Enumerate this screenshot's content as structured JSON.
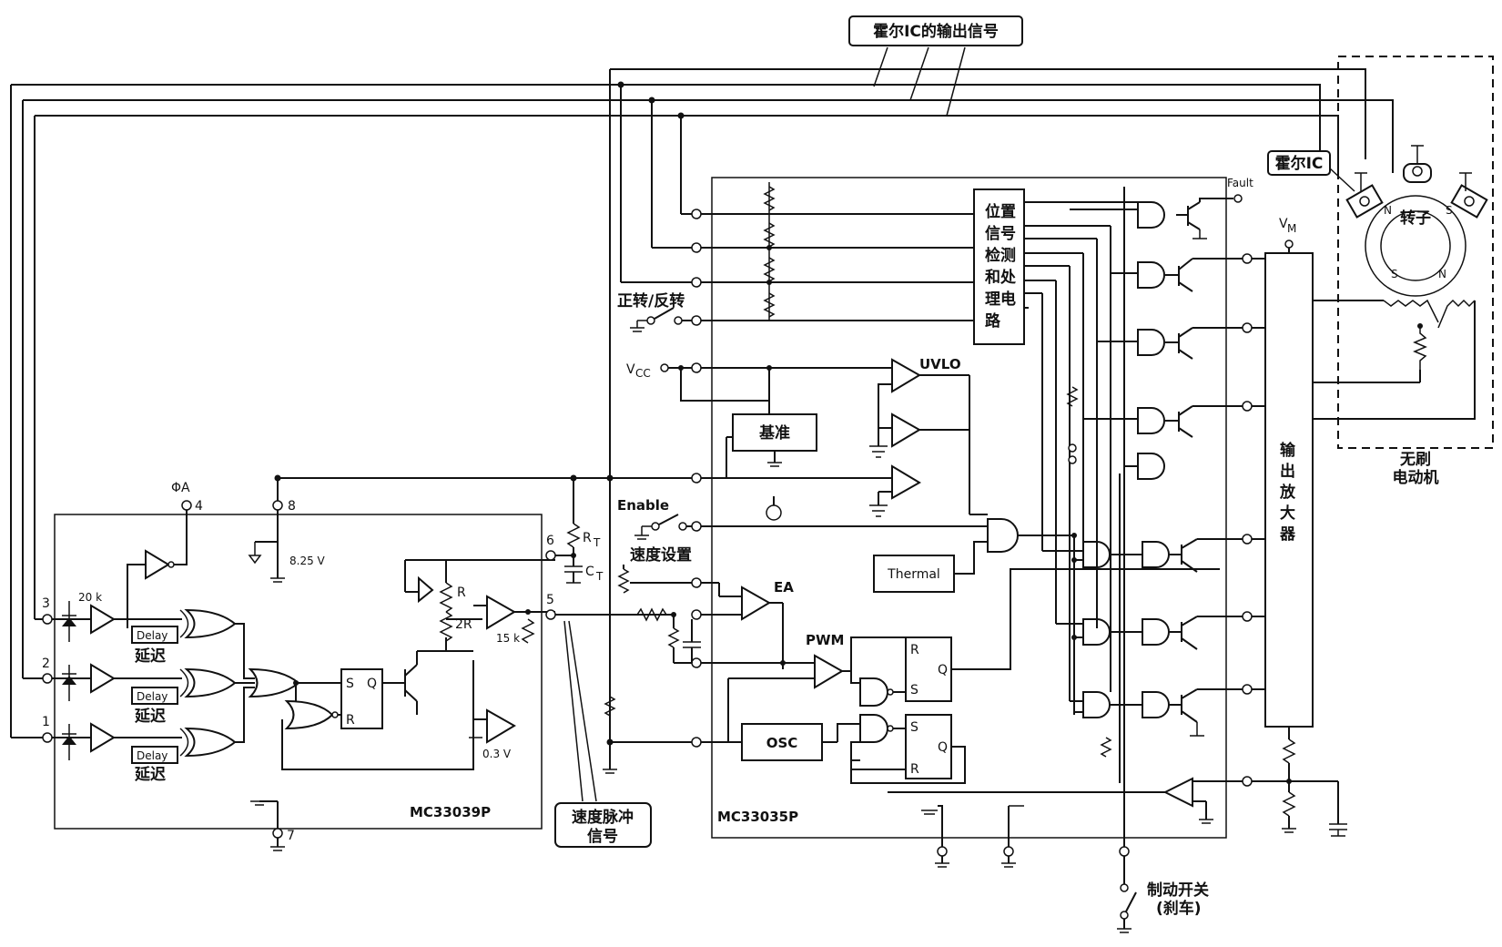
{
  "labels": {
    "hall_ic_output": "霍尔IC的输出信号",
    "hall_ic": "霍尔IC",
    "rotor": "转子",
    "motor_line1": "无刷",
    "motor_line2": "电动机",
    "fault": "Fault",
    "vm": "V",
    "vm_sub": "M",
    "position_detect": [
      "位置",
      "信号",
      "检测",
      "和处",
      "理电",
      "路"
    ],
    "fwd_rev": "正转/反转",
    "vcc": "V",
    "vcc_sub": "CC",
    "uvlo": "UVLO",
    "reference": "基准",
    "enable": "Enable",
    "speed_set": "速度设置",
    "thermal": "Thermal",
    "ea": "EA",
    "pwm": "PWM",
    "osc": "OSC",
    "output_amp": [
      "输",
      "出",
      "放",
      "大",
      "器"
    ],
    "mc33039p": "MC33039P",
    "mc33035p": "MC33035P",
    "speed_pulse_line1": "速度脉冲",
    "speed_pulse_line2": "信号",
    "brake_line1": "制动开关",
    "brake_line2": "(刹车)",
    "phi_a": "ΦA",
    "v825": "8.25 V",
    "r20k": "20 k",
    "r15k": "15 k",
    "v03": "0.3 V",
    "rt": "R",
    "rt_sub": "T",
    "ct": "C",
    "ct_sub": "T",
    "delay": "Delay",
    "delay_cn": "延迟",
    "r": "R",
    "r2": "2R",
    "s": "S",
    "q": "Q",
    "pin1": "1",
    "pin2": "2",
    "pin3": "3",
    "pin4": "4",
    "pin5": "5",
    "pin6": "6",
    "pin7": "7",
    "pin8": "8",
    "hall_n": "N",
    "hall_s": "S"
  }
}
